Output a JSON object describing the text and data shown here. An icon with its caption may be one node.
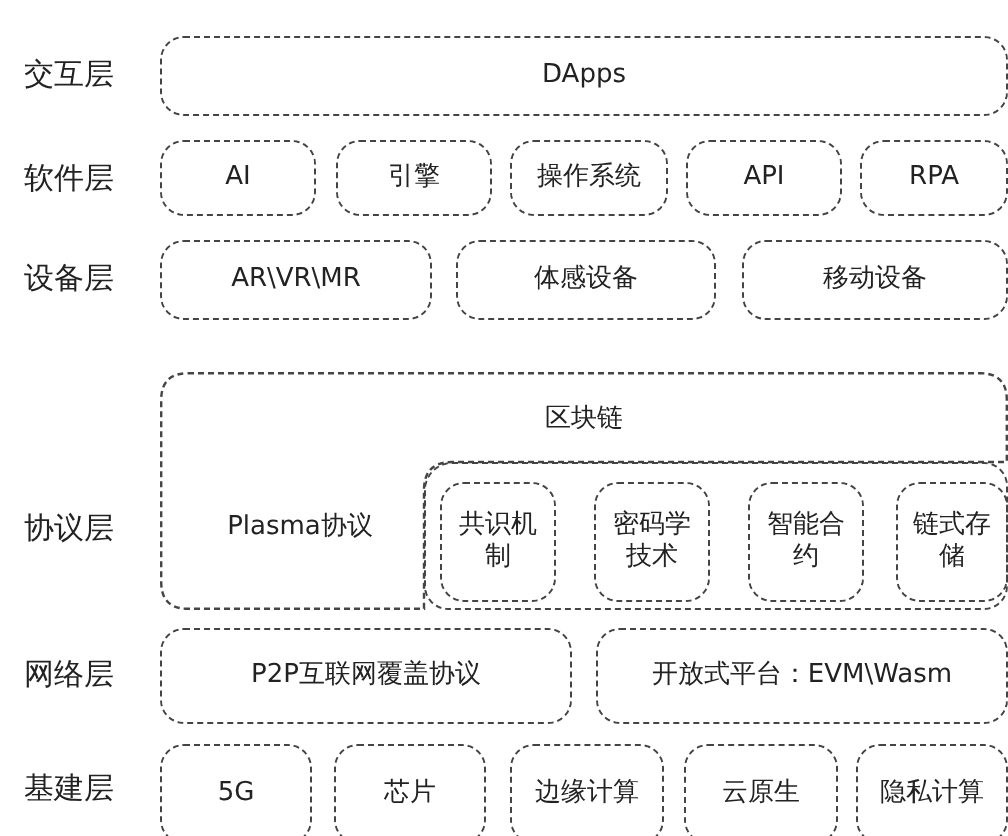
{
  "diagram": {
    "nodes": [
      {
        "text": [
          "DApps"
        ]
      },
      {
        "text": [
          "AI"
        ]
      },
      {
        "text": [
          "引擎"
        ]
      },
      {
        "text": [
          "操作系统"
        ]
      },
      {
        "text": [
          "API"
        ]
      },
      {
        "text": [
          "RPA"
        ]
      },
      {
        "text": [
          "AR\\VR\\MR"
        ]
      },
      {
        "text": [
          "体感设备"
        ]
      },
      {
        "text": [
          "移动设备"
        ]
      },
      {
        "text": [
          "区块链",
          "Plasma协议"
        ]
      },
      {
        "text": [],
        "shape": "box",
        "in": 9
      },
      {
        "text": [
          "共识机制"
        ],
        "in": 10
      },
      {
        "text": [
          "密码学技术"
        ],
        "in": 10
      },
      {
        "text": [
          "智能合约"
        ],
        "in": 10
      },
      {
        "text": [
          "链式存储"
        ],
        "in": 10
      },
      {
        "text": [
          "P2P互联网覆盖协议"
        ]
      },
      {
        "text": [
          "开放式平台：EVM\\Wasm"
        ]
      },
      {
        "text": [
          "5G"
        ]
      },
      {
        "text": [
          "芯片"
        ]
      },
      {
        "text": [
          "边缘计算"
        ]
      },
      {
        "text": [
          "云原生"
        ]
      },
      {
        "text": [
          "隐私计算"
        ]
      }
    ],
    "edges": [],
    "labels": [
      "交互层",
      "软件层",
      "设备层",
      "协议层",
      "网络层",
      "基建层"
    ]
  }
}
